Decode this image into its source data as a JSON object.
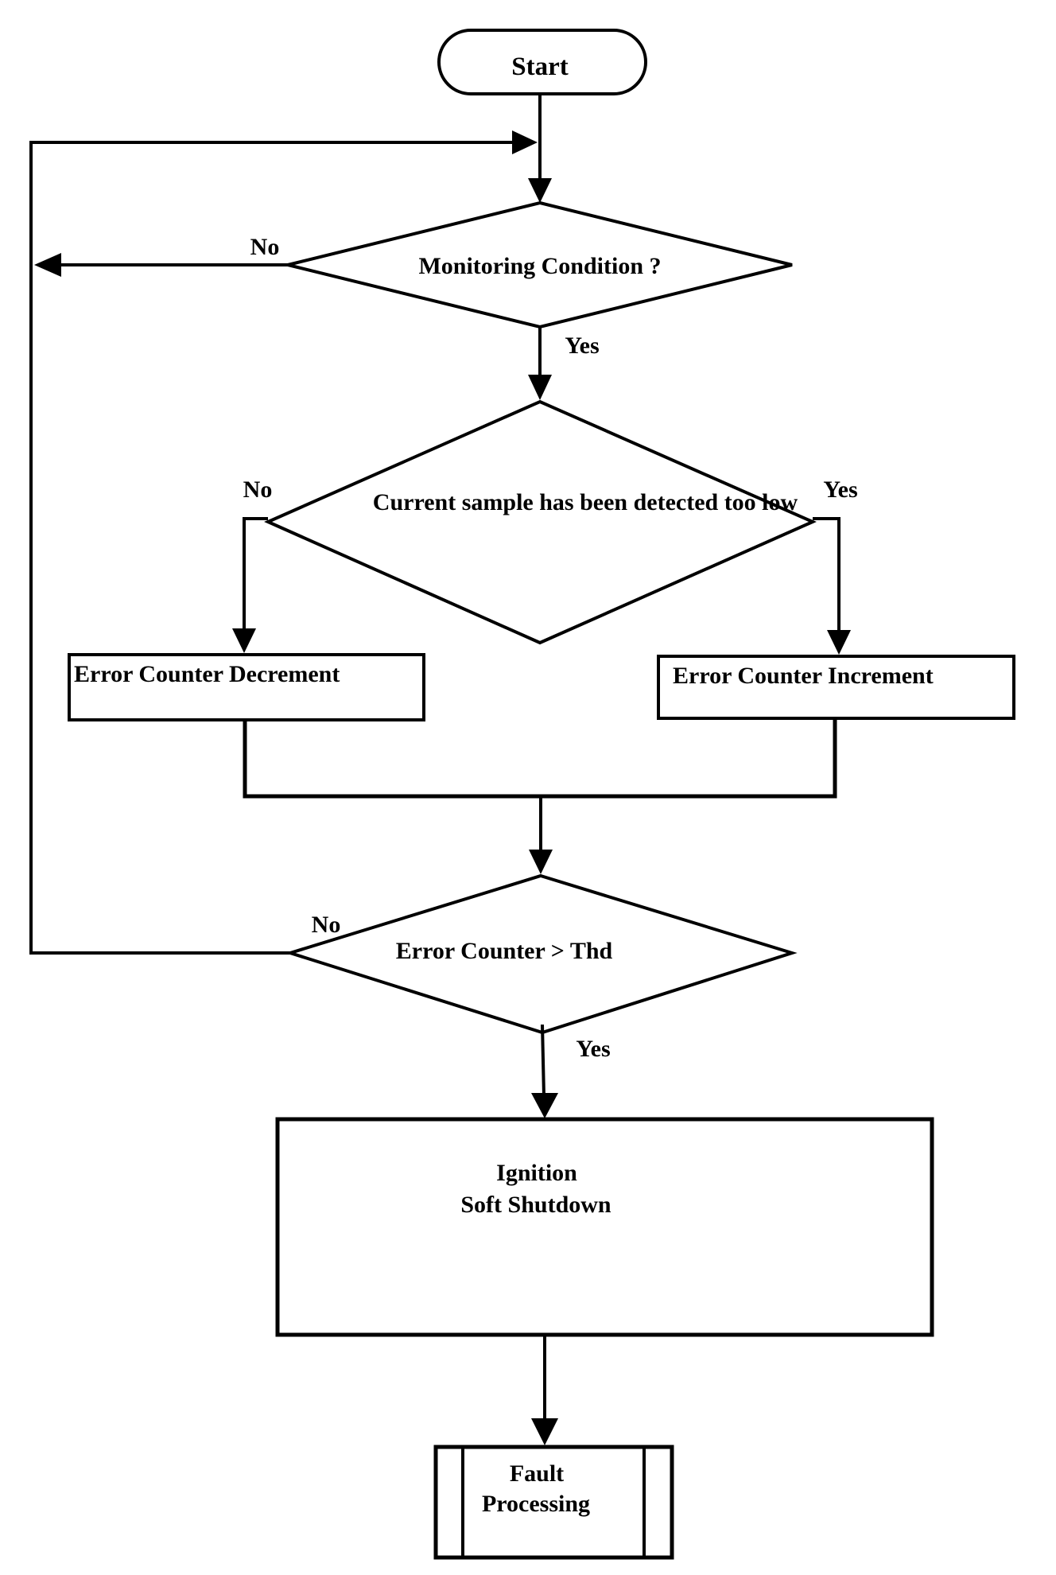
{
  "diagram": {
    "type": "flowchart",
    "colors": {
      "ink": "#000000",
      "background": "#ffffff"
    },
    "nodes": {
      "start": {
        "type": "terminator",
        "label": "Start"
      },
      "monitoring": {
        "type": "decision",
        "label": "Monitoring Condition ?"
      },
      "current_sample": {
        "type": "decision",
        "label": "Current sample has been detected too low"
      },
      "decrement": {
        "type": "process",
        "label": "Error Counter Decrement"
      },
      "increment": {
        "type": "process",
        "label": "Error Counter Increment"
      },
      "threshold": {
        "type": "decision",
        "label": "Error Counter > Thd"
      },
      "shutdown": {
        "type": "process",
        "lines": [
          "Ignition",
          "Soft Shutdown"
        ]
      },
      "fault": {
        "type": "predefined-process",
        "lines": [
          "Fault",
          "Processing"
        ]
      }
    },
    "edge_labels": {
      "monitoring_no": "No",
      "monitoring_yes": "Yes",
      "current_no": "No",
      "current_yes": "Yes",
      "threshold_no": "No",
      "threshold_yes": "Yes"
    }
  }
}
